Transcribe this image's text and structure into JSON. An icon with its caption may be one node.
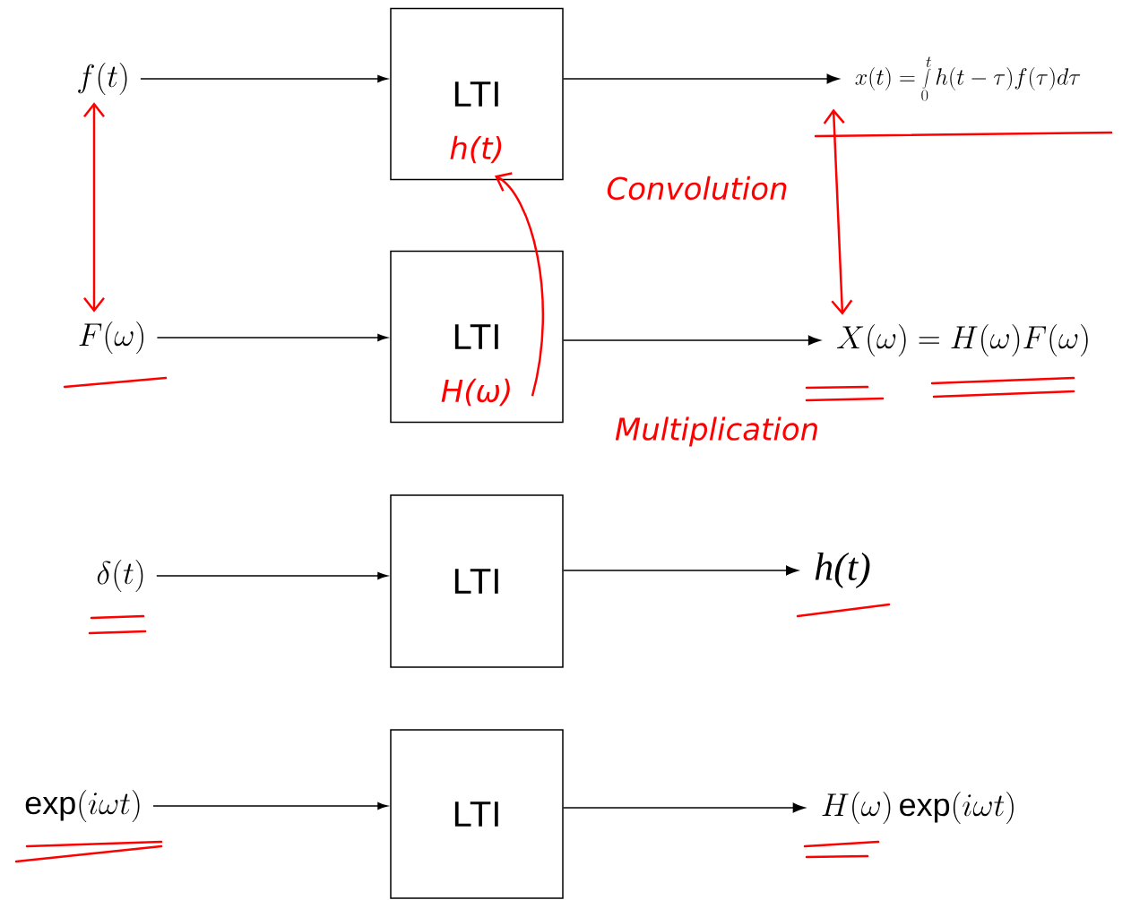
{
  "diagram": {
    "nodes": [
      {
        "text": [
          "f(t)"
        ]
      },
      {
        "text": [
          "LTI",
          "h(t)"
        ]
      },
      {
        "text": [
          "x(t)=\\int\\limits_0^t h(t-\\tau)f(\\tau)d\\tau"
        ]
      },
      {
        "text": [
          "F(\\omega)"
        ]
      },
      {
        "text": [
          "LTI",
          "H(ω)"
        ]
      },
      {
        "text": [
          "X(\\omega)=H(\\omega)F(\\omega)"
        ]
      },
      {
        "text": [
          "\\delta(t)"
        ]
      },
      {
        "text": [
          "LTI"
        ]
      },
      {
        "text": [
          "h(t)"
        ]
      },
      {
        "text": [
          "\\exp(i\\omega t)"
        ]
      },
      {
        "text": [
          "LTI"
        ]
      },
      {
        "text": [
          "H(\\omega)\\exp(i\\omega t)"
        ]
      }
    ],
    "edges": [
      {
        "from": 0,
        "to": 1,
        "arrow": "to"
      },
      {
        "from": 1,
        "to": 2,
        "arrow": "to"
      },
      {
        "from": 3,
        "to": 4,
        "arrow": "to"
      },
      {
        "from": 4,
        "to": 5,
        "arrow": "to"
      },
      {
        "from": 6,
        "to": 7,
        "arrow": "to"
      },
      {
        "from": 7,
        "to": 8,
        "arrow": "to"
      },
      {
        "from": 9,
        "to": 10,
        "arrow": "to"
      },
      {
        "from": 10,
        "to": 11,
        "arrow": "to"
      },
      {
        "from": 0,
        "to": 3,
        "arrow": "both",
        "color": "#ff0000"
      },
      {
        "from": 4,
        "to": 1,
        "arrow": "to",
        "color": "#ff0000"
      },
      {
        "from": 2,
        "to": 5,
        "arrow": "both",
        "color": "#ff0000"
      }
    ],
    "labels": [
      "Convolution",
      "Multiplication"
    ]
  }
}
